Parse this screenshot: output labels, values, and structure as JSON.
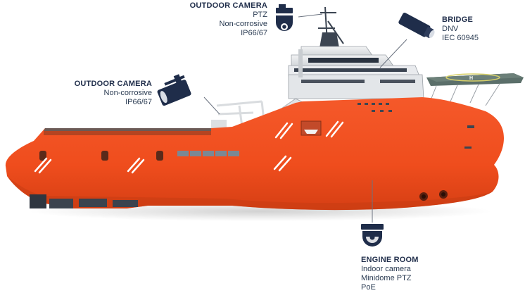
{
  "colors": {
    "hull": "#f04e1f",
    "hull_dark": "#c93a12",
    "navy": "#1f2d4a",
    "superstructure": "#dfe2e5",
    "heli_deck": "#5b6f6a"
  },
  "callouts": {
    "ptz": {
      "title": "OUTDOOR CAMERA",
      "lines": [
        "PTZ",
        "Non-corrosive",
        "IP66/67"
      ],
      "icon": "ptz-camera-icon"
    },
    "bridge": {
      "title": "BRIDGE",
      "lines": [
        "DNV",
        "IEC 60945"
      ],
      "icon": "bullet-camera-icon"
    },
    "outdoor": {
      "title": "OUTDOOR CAMERA",
      "lines": [
        "Non-corrosive",
        "IP66/67"
      ],
      "icon": "box-camera-icon"
    },
    "engine": {
      "title": "ENGINE ROOM",
      "lines": [
        "Indoor camera",
        "Minidome PTZ",
        "PoE"
      ],
      "icon": "dome-camera-icon"
    }
  },
  "ship": {
    "icon": "offshore-vessel-illustration",
    "heli_marking": "H"
  }
}
